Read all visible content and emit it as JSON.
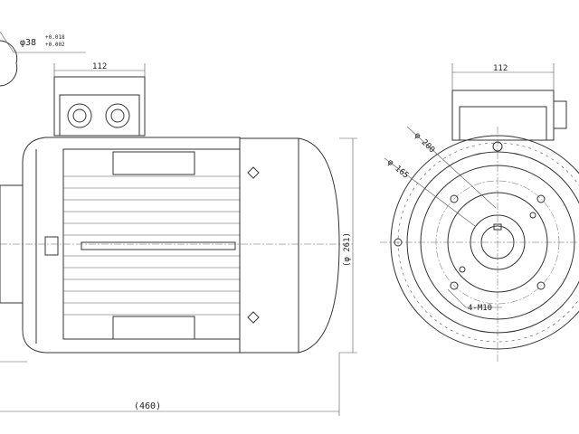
{
  "drawing": {
    "shaft_diameter": "φ38",
    "shaft_tol_upper": "+0.018",
    "shaft_tol_lower": "+0.002",
    "side_box_width": "112",
    "end_box_width": "112",
    "flange_pcd": "φ 200",
    "spigot_dia": "φ 165",
    "holes": "4-M10",
    "flange_outer": "(φ 261)",
    "overall_length": "(460)"
  }
}
